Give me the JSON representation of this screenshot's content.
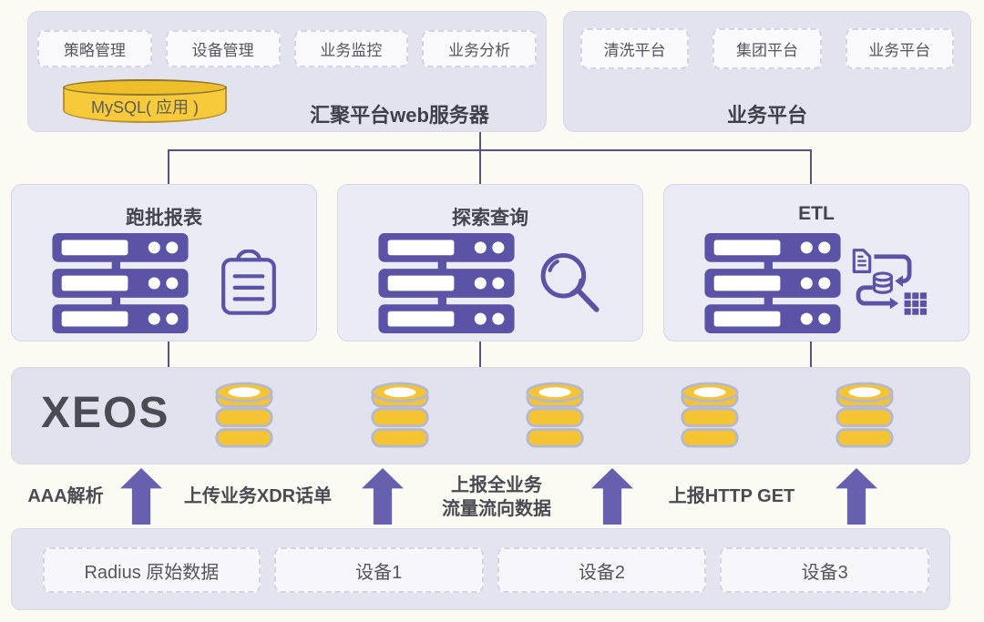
{
  "colors": {
    "accent_purple": "#5B54A6",
    "arrow_purple": "#6660AE",
    "connector_line": "#57527E",
    "container_bg": "#E3E3EF",
    "database_yellow": "#F5C433"
  },
  "top_left": {
    "title": "汇聚平台web服务器",
    "mysql_label": "MySQL( 应用 )",
    "modules": [
      "策略管理",
      "设备管理",
      "业务监控",
      "业务分析"
    ]
  },
  "top_right": {
    "title": "业务平台",
    "modules": [
      "清洗平台",
      "集团平台",
      "业务平台"
    ]
  },
  "middle_boxes": [
    {
      "title": "跑批报表",
      "icons": [
        "server-rack-icon",
        "clipboard-icon"
      ]
    },
    {
      "title": "探索查询",
      "icons": [
        "server-rack-icon",
        "search-icon"
      ]
    },
    {
      "title": "ETL",
      "icons": [
        "server-rack-icon",
        "etl-transform-icon"
      ]
    }
  ],
  "xeos": {
    "label": "XEOS",
    "database_count": 5,
    "icon": "database-icon"
  },
  "flow_labels": [
    "AAA解析",
    "上传业务XDR话单",
    "上报全业务\n流量流向数据",
    "上报HTTP GET"
  ],
  "bottom": {
    "sources": [
      "Radius 原始数据",
      "设备1",
      "设备2",
      "设备3"
    ]
  }
}
